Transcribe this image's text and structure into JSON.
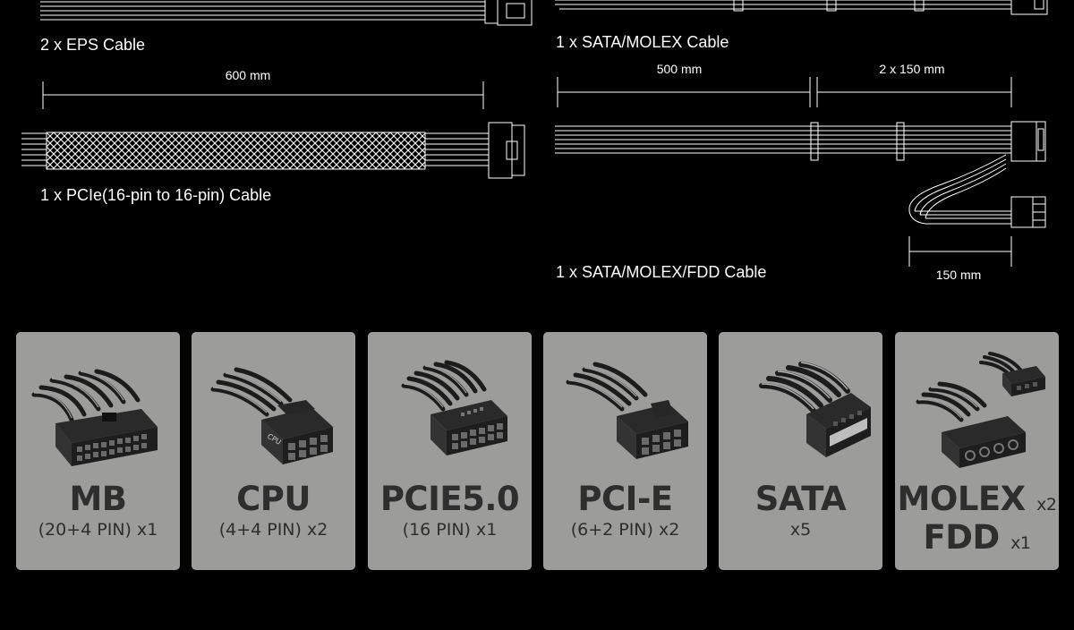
{
  "cables": {
    "eps": {
      "caption": "2 x EPS Cable"
    },
    "sata_molex": {
      "caption": "1 x SATA/MOLEX Cable"
    },
    "pcie": {
      "caption": "1 x PCIe(16-pin to 16-pin) Cable",
      "length": "600 mm"
    },
    "sata_molex_fdd": {
      "caption": "1 x SATA/MOLEX/FDD Cable",
      "length_main": "500 mm",
      "length_branch": "2 x 150 mm",
      "length_tail": "150 mm"
    }
  },
  "connectors": [
    {
      "title": "MB",
      "subtitle": "(20+4 PIN) x1",
      "icon": "atx-24pin-connector-icon"
    },
    {
      "title": "CPU",
      "subtitle": "(4+4 PIN) x2",
      "icon": "cpu-8pin-connector-icon",
      "icon_label": "CPU"
    },
    {
      "title": "PCIE5.0",
      "subtitle": "(16 PIN) x1",
      "icon": "pcie5-16pin-connector-icon"
    },
    {
      "title": "PCI-E",
      "subtitle": "(6+2 PIN) x2",
      "icon": "pcie-8pin-connector-icon"
    },
    {
      "title": "SATA",
      "subtitle": "x5",
      "icon": "sata-connector-icon"
    },
    {
      "title": "MOLEX",
      "title_count": "x2",
      "title2": "FDD",
      "title2_count": "x1",
      "icon": "molex-fdd-connector-icon"
    }
  ],
  "colors": {
    "background": "#000000",
    "card": "#9c9c9a",
    "card_text": "#2e2e2e",
    "line": "#ffffff"
  }
}
